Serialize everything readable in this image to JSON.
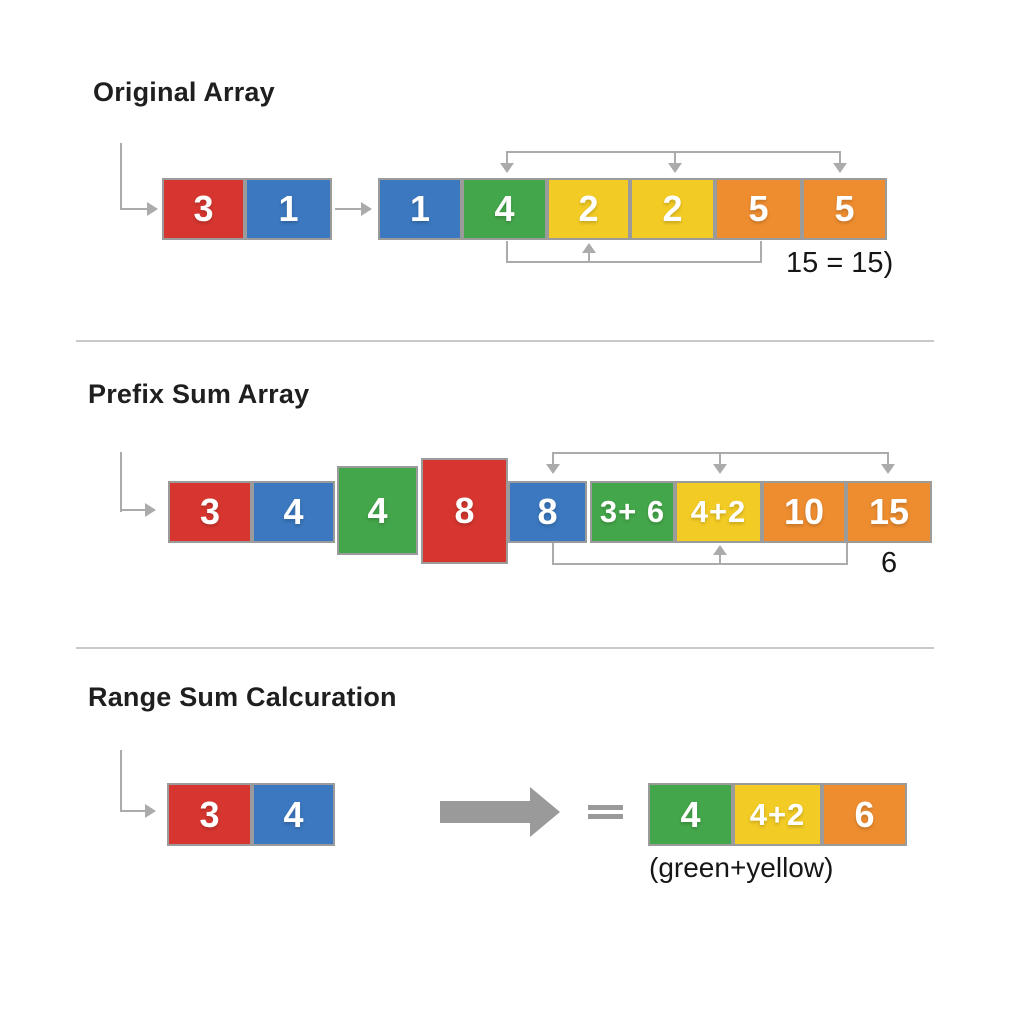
{
  "palette": {
    "red": "#d6362f",
    "blue": "#3b78bf",
    "green": "#44a64a",
    "yellow": "#f2cb25",
    "orange": "#ee8d30",
    "line_gray": "#ababab",
    "big_arrow_gray": "#9a9a9a"
  },
  "original": {
    "title": "Original Array",
    "input_cells": [
      {
        "value": "3",
        "color": "red"
      },
      {
        "value": "1",
        "color": "blue"
      }
    ],
    "array_cells": [
      {
        "value": "1",
        "color": "blue"
      },
      {
        "value": "4",
        "color": "green"
      },
      {
        "value": "2",
        "color": "yellow"
      },
      {
        "value": "2",
        "color": "yellow"
      },
      {
        "value": "5",
        "color": "orange"
      },
      {
        "value": "5",
        "color": "orange"
      }
    ],
    "sum_label": "15 = 15)"
  },
  "prefix": {
    "title": "Prefix Sum Array",
    "array_cells": [
      {
        "value": "3",
        "color": "red"
      },
      {
        "value": "4",
        "color": "blue"
      },
      {
        "value": "4",
        "color": "green"
      },
      {
        "value": "8",
        "color": "red"
      },
      {
        "value": "8",
        "color": "blue"
      },
      {
        "value": "3+ 6",
        "color": "green"
      },
      {
        "value": "4+2",
        "color": "yellow"
      },
      {
        "value": "10",
        "color": "orange"
      },
      {
        "value": "15",
        "color": "orange"
      }
    ],
    "sum_label": "6"
  },
  "range": {
    "title": "Range Sum Calcuration",
    "query_cells": [
      {
        "value": "3",
        "color": "red"
      },
      {
        "value": "4",
        "color": "blue"
      }
    ],
    "result_cells": [
      {
        "value": "4",
        "color": "green"
      },
      {
        "value": "4+2",
        "color": "yellow"
      },
      {
        "value": "6",
        "color": "orange"
      }
    ],
    "caption": "(green+yellow)"
  }
}
